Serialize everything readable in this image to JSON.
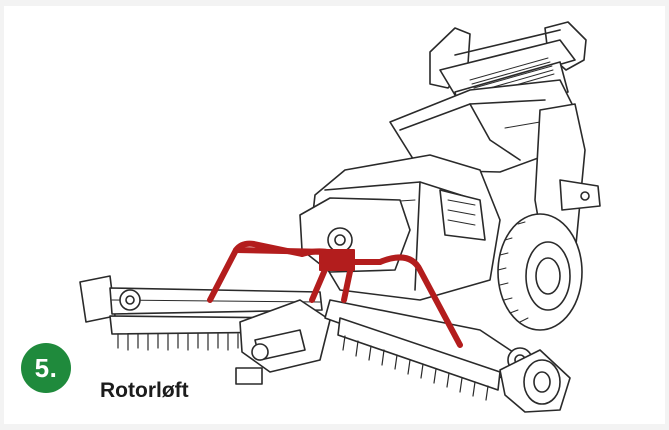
{
  "step": {
    "number": "5.",
    "title": "Rotorløft"
  },
  "colors": {
    "badge_green": "#1f8a3c",
    "highlight_red": "#b31d1d",
    "line_art": "#2a2a2a"
  },
  "illustration": {
    "icon": "aerator-machine-line-drawing",
    "highlighted_part": "rotor-lift-frame"
  }
}
